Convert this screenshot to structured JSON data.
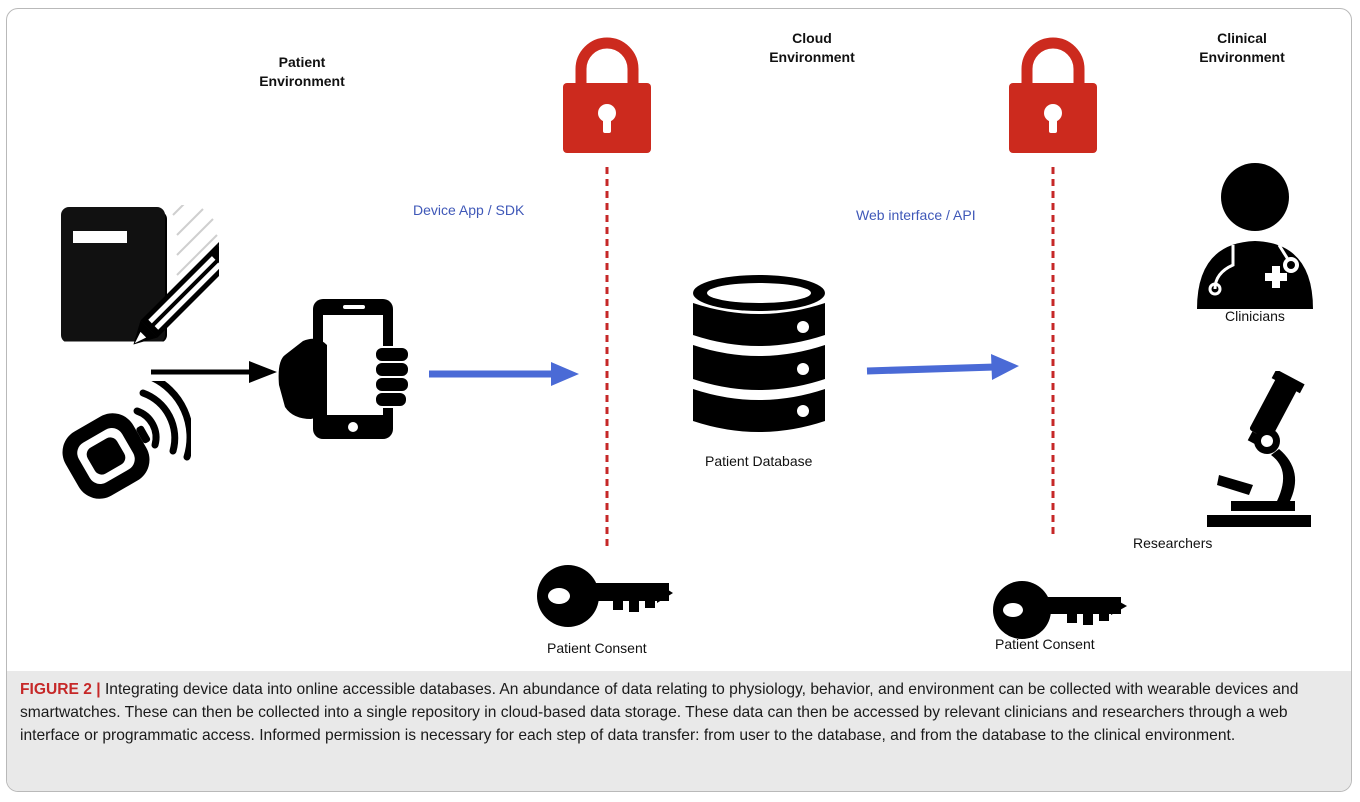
{
  "environments": {
    "patient": [
      "Patient",
      "Environment"
    ],
    "cloud": [
      "Cloud",
      "Environment"
    ],
    "clinical": [
      "Clinical",
      "Environment"
    ]
  },
  "flows": {
    "device_app": "Device App /  SDK",
    "web_interface": "Web interface / API"
  },
  "labels": {
    "database": "Patient Database",
    "consent_left": "Patient Consent",
    "consent_right": "Patient Consent",
    "clinicians": "Clinicians",
    "researchers": "Researchers"
  },
  "caption": {
    "label": "FIGURE 2 |",
    "text": " Integrating device data into online accessible databases. An abundance of data relating to physiology, behavior, and environment can be collected with wearable devices and smartwatches. These can then be collected into a single repository in cloud-based data storage. These data can then be accessed by relevant clinicians and researchers through a web interface or programmatic access. Informed permission is necessary for each step of data transfer: from user to the database, and from the database to the clinical environment."
  },
  "colors": {
    "lock": "#cc2a1e",
    "divider": "#c62828",
    "flow_arrow": "#4a6ad6",
    "icon": "#000000",
    "caption_band": "#e9e9e9"
  },
  "icons": [
    "notebook-pencil-icon",
    "smartwatch-icon",
    "phone-in-hand-icon",
    "lock-icon",
    "database-icon",
    "key-icon",
    "doctor-icon",
    "microscope-icon"
  ]
}
